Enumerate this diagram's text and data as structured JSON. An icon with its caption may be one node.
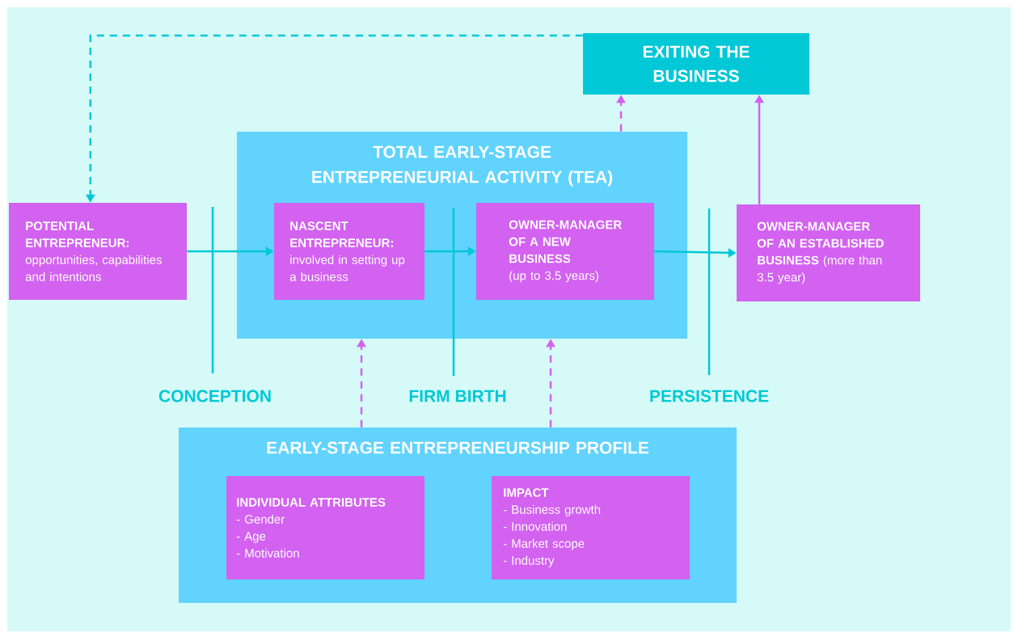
{
  "diagram": {
    "nodes": [
      {
        "text": [
          "EXITING THE BUSINESS"
        ]
      },
      {
        "text": [
          "TOTAL EARLY-STAGE ENTREPRENEURIAL ACTIVITY (TEA)"
        ]
      },
      {
        "text": [
          "POTENTIAL ENTREPRENEUR:",
          "opportunities, capabilities and intentions"
        ]
      },
      {
        "text": [
          "NASCENT ENTREPRENEUR:",
          "involved in setting up a business"
        ],
        "in": 1
      },
      {
        "text": [
          "OWNER-MANAGER OF A NEW BUSINESS",
          "(up to 3.5 years)"
        ],
        "in": 1
      },
      {
        "text": [
          "**OWNER-MANAGER OF AN ESTABLISHED BUSINESS** (more than 3.5 year)"
        ]
      },
      {
        "text": [
          "EARLY-STAGE ENTREPRENEURSHIP PROFILE"
        ]
      },
      {
        "text": [
          "INDIVIDUAL ATTRIBUTES",
          "- Gender",
          "- Age",
          "- Motivation"
        ],
        "in": 6
      },
      {
        "text": [
          "IMPACT",
          "- Business growth",
          "- Innovation",
          "- Market scope",
          "- Industry"
        ],
        "in": 6
      }
    ],
    "edges": [
      {
        "from": 0,
        "to": 2,
        "arrow": "to",
        "style": "dashed",
        "color": "#00c8d6"
      },
      {
        "from": 1,
        "to": 0,
        "arrow": "to",
        "style": "dashed",
        "color": "#d262ef"
      },
      {
        "from": 5,
        "to": 0,
        "arrow": "to",
        "color": "#d262ef"
      },
      {
        "from": 2,
        "to": 3,
        "arrow": "to",
        "color": "#00c8d6"
      },
      {
        "from": 3,
        "to": 4,
        "arrow": "to",
        "color": "#00c8d6"
      },
      {
        "from": 4,
        "to": 5,
        "arrow": "to",
        "color": "#00c8d6"
      },
      {
        "from": 6,
        "to": 1,
        "arrow": "to",
        "style": "dashed",
        "color": "#d262ef"
      },
      {
        "from": 6,
        "to": 1,
        "arrow": "to",
        "style": "dashed",
        "color": "#d262ef"
      }
    ],
    "labels": [
      "CONCEPTION",
      "FIRM BIRTH",
      "PERSISTENCE"
    ]
  }
}
